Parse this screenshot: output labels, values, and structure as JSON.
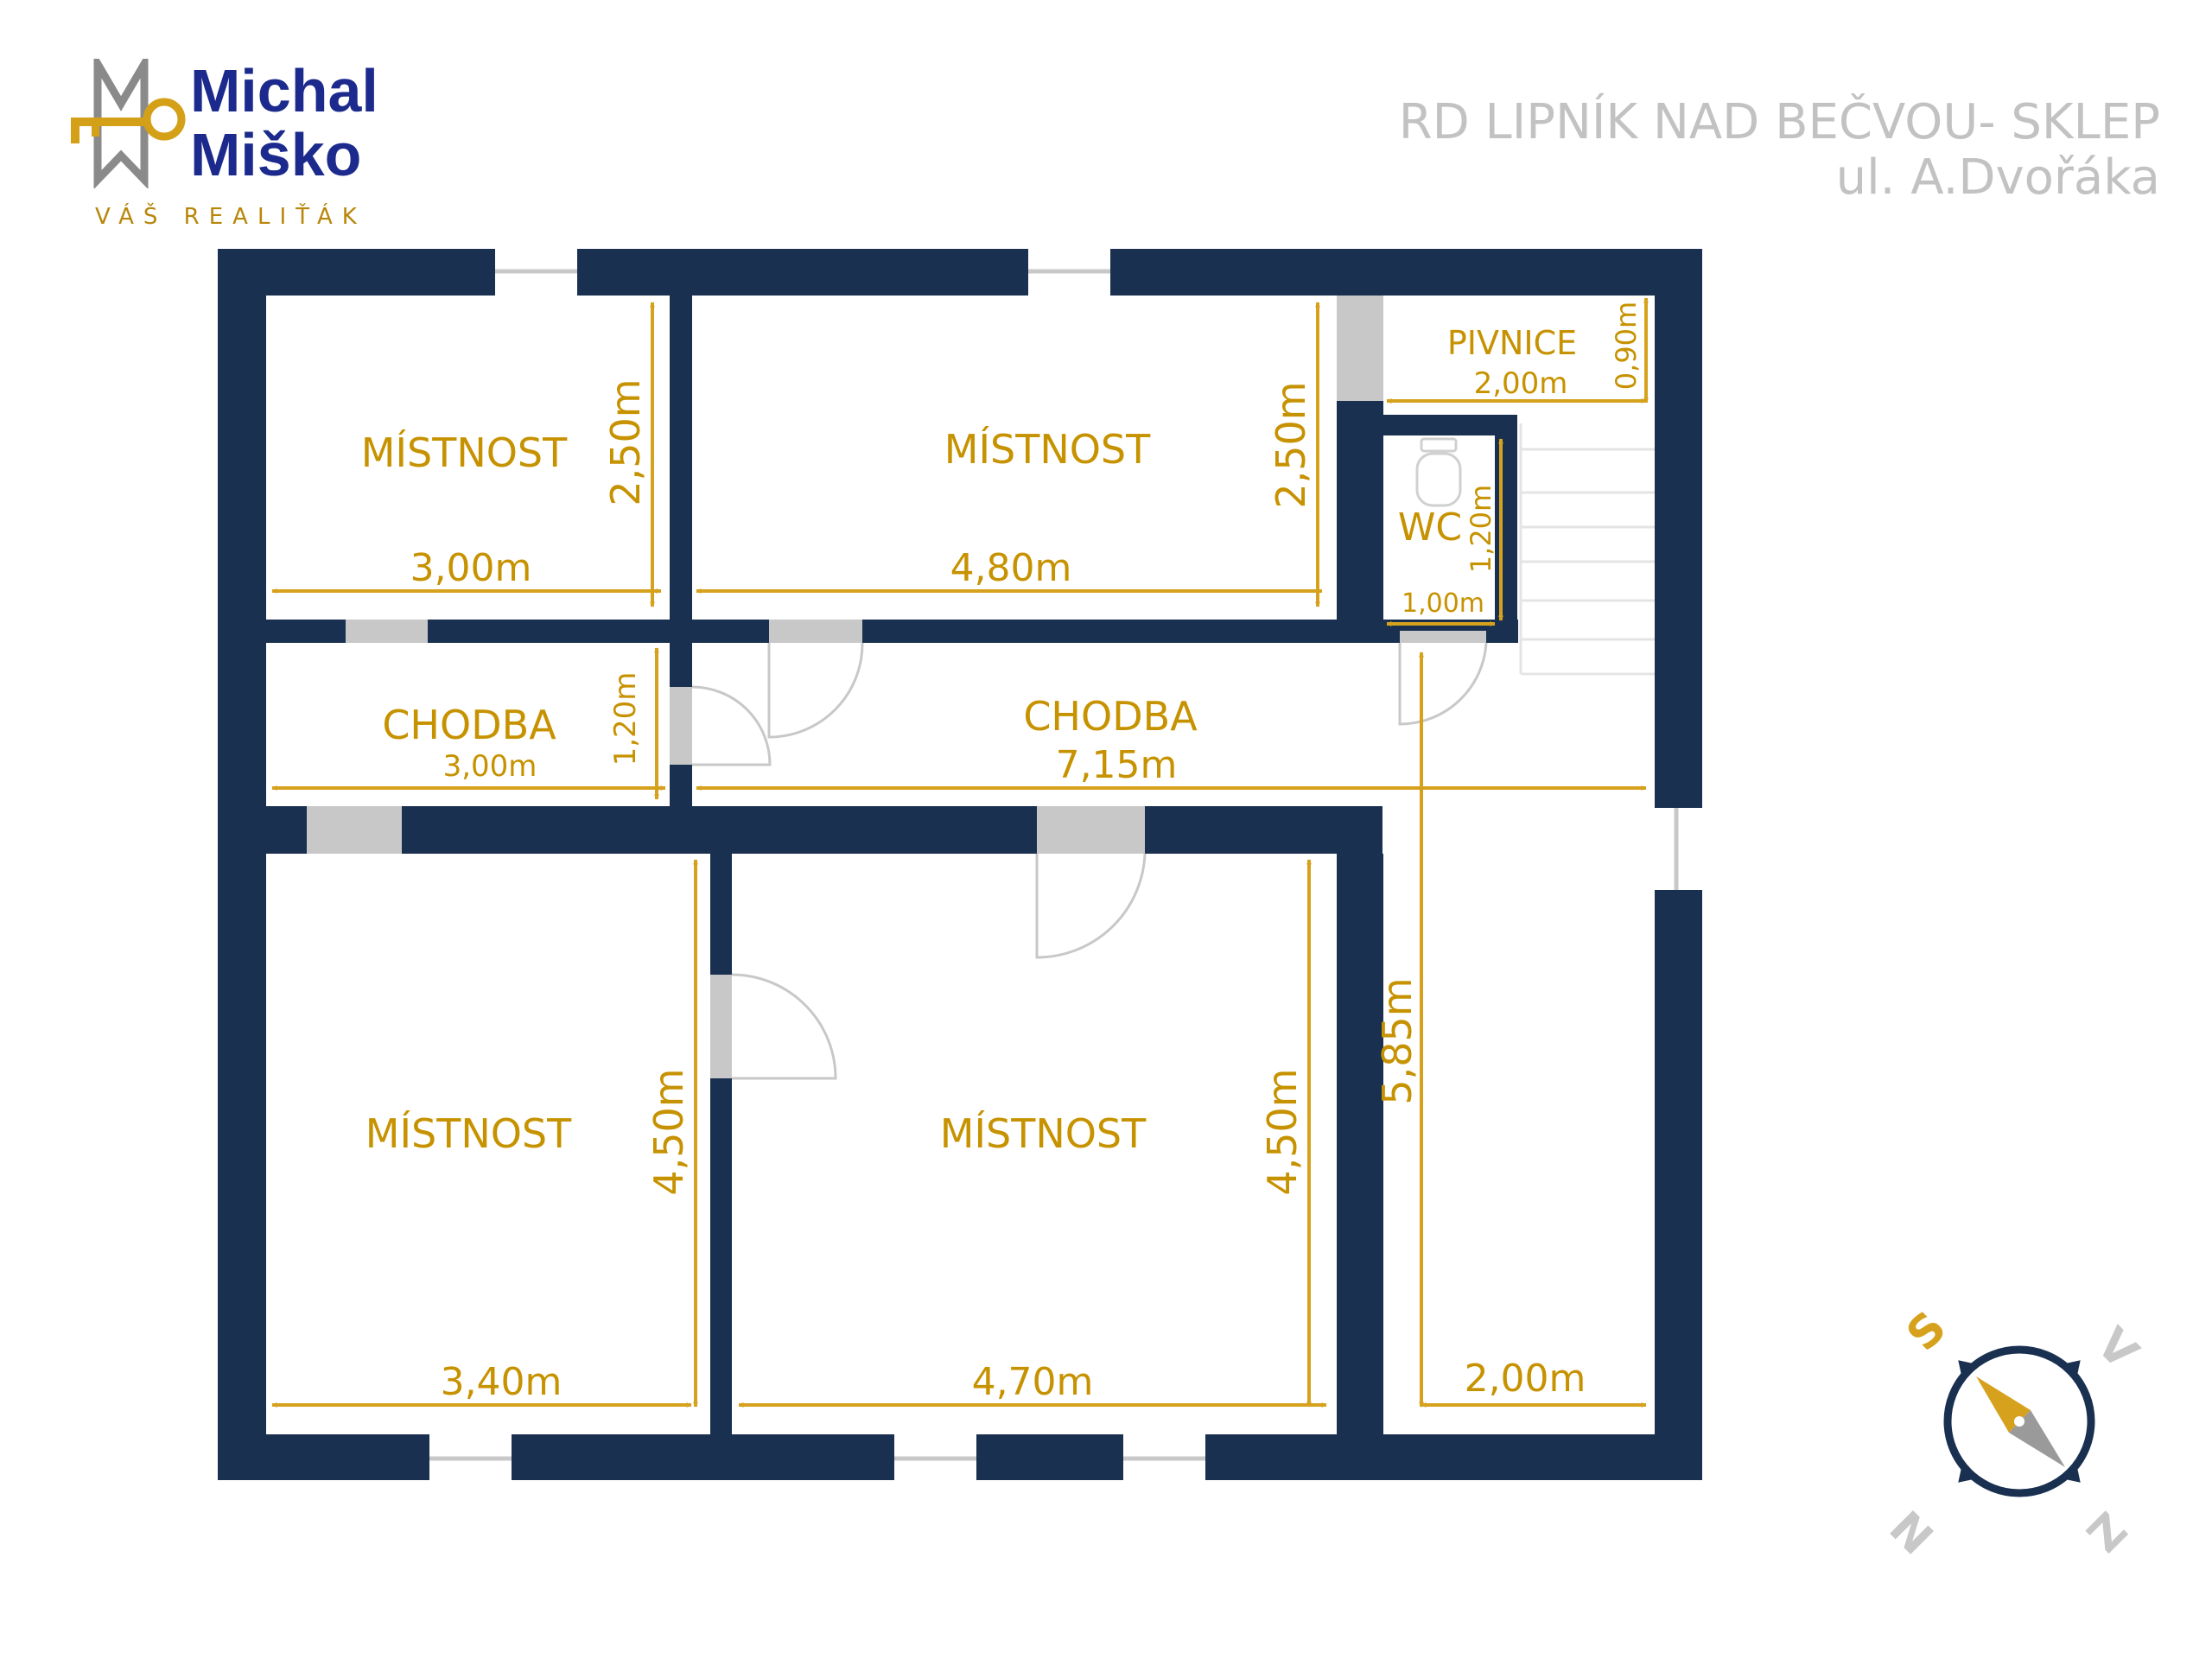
{
  "branding": {
    "name_line1": "Michal",
    "name_line2": "Miško",
    "tagline": "VÁŠ REALIŤÁK",
    "accent_color": "#b8860b",
    "name_color": "#1b2a8c"
  },
  "title": {
    "line1": "RD LIPNÍK NAD BEČVOU- SKLEP",
    "line2": "ul. A.Dvořáka"
  },
  "colors": {
    "wall": "#1a3050",
    "dimension": "#d6a21e",
    "door": "#c8c8c8"
  },
  "rooms": {
    "mistnost_top_left": "MÍSTNOST",
    "mistnost_top_mid": "MÍSTNOST",
    "pivnice": "PIVNICE",
    "wc": "WC",
    "chodba_left": "CHODBA",
    "chodba_main": "CHODBA",
    "mistnost_bottom_left": "MÍSTNOST",
    "mistnost_bottom_mid": "MÍSTNOST"
  },
  "dimensions": {
    "tl_width": "3,00m",
    "tl_height": "2,50m",
    "tm_width": "4,80m",
    "tm_height": "2,50m",
    "pivnice_width": "2,00m",
    "pivnice_height": "0,90m",
    "wc_width": "1,00m",
    "wc_height": "1,20m",
    "chodba_left_width": "3,00m",
    "chodba_left_height": "1,20m",
    "chodba_main_width": "7,15m",
    "bl_width": "3,40m",
    "bl_height": "4,50m",
    "bm_width": "4,70m",
    "bm_height": "4,50m",
    "right_height": "5,85m",
    "right_width": "2,00m"
  },
  "compass": {
    "north": "N",
    "south": "S",
    "east": "V",
    "west": "Z",
    "icon": "compass-icon"
  }
}
